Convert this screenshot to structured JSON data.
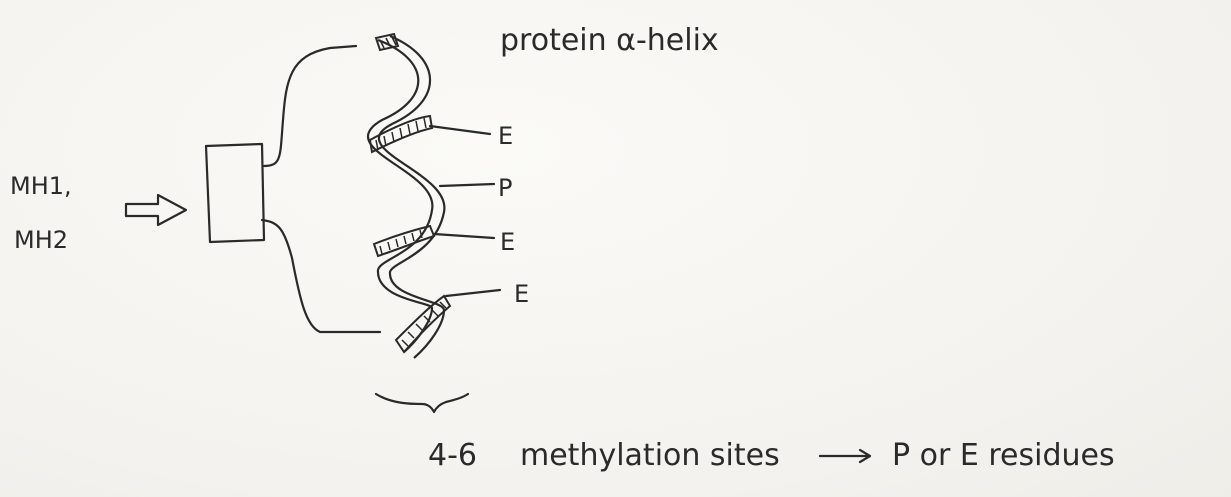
{
  "diagram": {
    "title": "protein α-helix",
    "inputs": [
      "MH1,",
      "MH2"
    ],
    "residue_labels": [
      "E",
      "P",
      "E",
      "E"
    ],
    "footer": {
      "count": "4-6",
      "text": "methylation sites",
      "result": "P or E residues"
    }
  }
}
